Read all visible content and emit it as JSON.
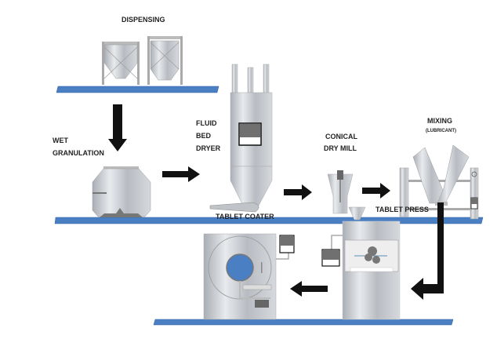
{
  "labels": {
    "dispensing": "DISPENSING",
    "wet_granulation": [
      "WET",
      "GRANULATION"
    ],
    "fluid_bed_dryer": [
      "FLUID",
      "BED",
      "DRYER"
    ],
    "conical_dry_mill": [
      "CONICAL",
      "DRY MILL"
    ],
    "mixing": "MIXING",
    "mixing_note": "(LUBRICANT)",
    "tablet_press": "TABLET PRESS",
    "tablet_coater": "TABLET COATER"
  },
  "colors": {
    "shelf": "#4a7fc4",
    "arrow": "#111111",
    "steel": "#c8ccd2",
    "coater_window": "#4a7fc4",
    "panel_screen": "#707070"
  }
}
